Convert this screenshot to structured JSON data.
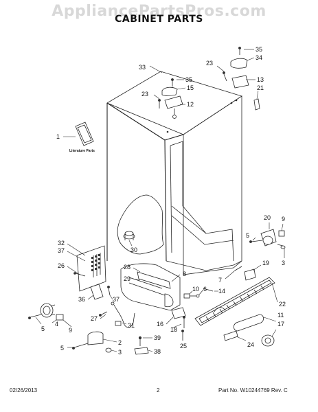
{
  "header": {
    "watermark": "AppliancePartsPros.com",
    "title": "CABINET PARTS"
  },
  "literature_label": "Literature Parts",
  "callouts": [
    "1",
    "2",
    "3",
    "4",
    "5",
    "6",
    "7",
    "8",
    "9",
    "10",
    "11",
    "12",
    "13",
    "14",
    "15",
    "16",
    "17",
    "18",
    "19",
    "20",
    "21",
    "22",
    "23",
    "24",
    "25",
    "26",
    "27",
    "28",
    "29",
    "30",
    "31",
    "32",
    "33",
    "34",
    "35",
    "36",
    "37",
    "38",
    "39"
  ],
  "footer": {
    "date": "02/26/2013",
    "page": "2",
    "part_number": "Part No. W10244769  Rev. C"
  },
  "colors": {
    "line": "#222222",
    "watermark": "#d8d8d8",
    "background": "#ffffff"
  }
}
